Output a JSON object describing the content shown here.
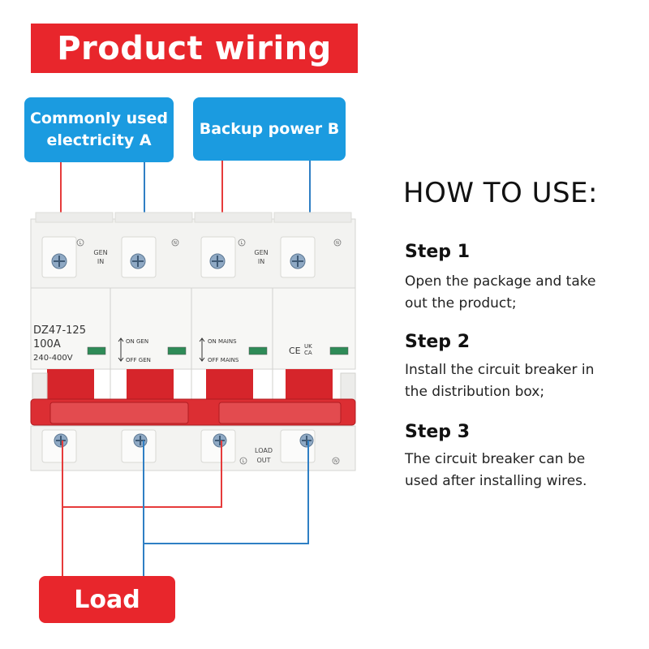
{
  "banner": {
    "title": "Product wiring"
  },
  "sources": {
    "a_line1": "Commonly used",
    "a_line2": "electricity A",
    "b": "Backup power B"
  },
  "load_label": "Load",
  "breaker": {
    "model": "DZ47-125",
    "current": "100A",
    "voltage": "240-400V",
    "gen_in_1": "GEN",
    "gen_in_2": "IN",
    "load_out_1": "LOAD",
    "load_out_2": "OUT",
    "on_gen": "ON  GEN",
    "off_gen": "OFF  GEN",
    "on_mains": "ON MAINS",
    "off_mains": "OFF MAINS",
    "terminal_l": "L",
    "terminal_n": "N",
    "cert": "CE",
    "cert2": "UK",
    "cert3": "CA"
  },
  "colors": {
    "red": "#e8262c",
    "blue": "#1b9be0",
    "wire_red": "#e63b3b",
    "wire_blue": "#2f7fc4"
  },
  "howto": {
    "title": "HOW TO USE:",
    "steps": [
      {
        "title": "Step 1",
        "line1": "Open the package and take",
        "line2": "out the product;"
      },
      {
        "title": "Step 2",
        "line1": "Install the circuit breaker in",
        "line2": "the distribution box;"
      },
      {
        "title": "Step 3",
        "line1": "The circuit breaker can be",
        "line2": "used after installing wires."
      }
    ]
  }
}
